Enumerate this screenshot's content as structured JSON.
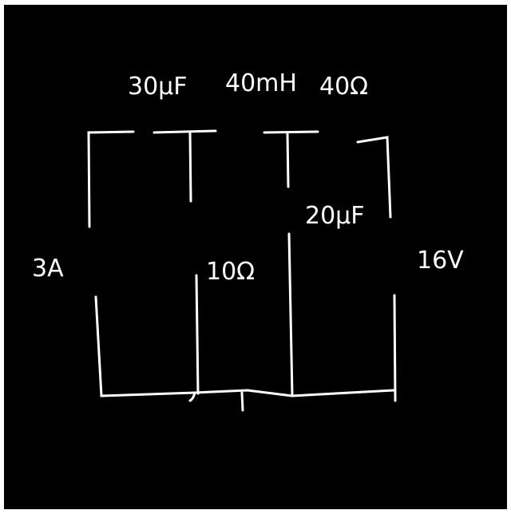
{
  "colors": {
    "background": "#000000",
    "frame": "#ffffff",
    "ink": "#ffffff"
  },
  "labels": {
    "cap_top": "30μF",
    "inductor": "40mH",
    "res_top": "40Ω",
    "cap_right": "20μF",
    "current_source": "3A",
    "res_mid": "10Ω",
    "voltage_source": "16V"
  }
}
